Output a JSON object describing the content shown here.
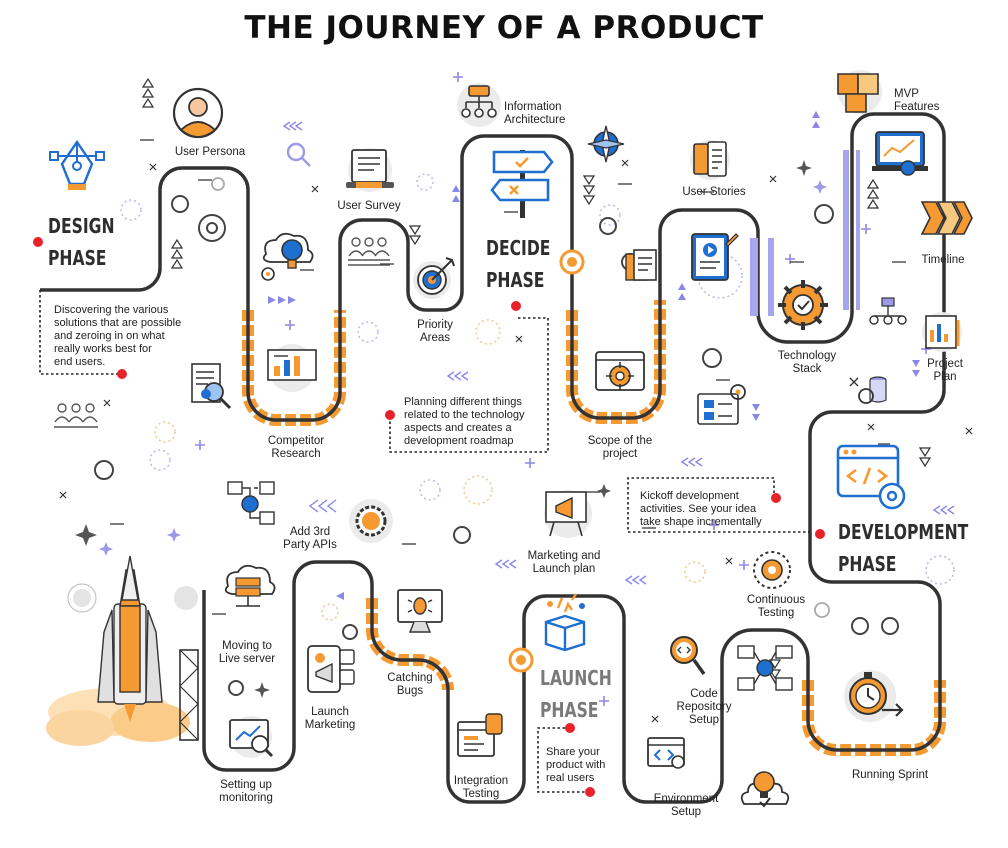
{
  "title": "THE JOURNEY OF A PRODUCT",
  "colors": {
    "path": "#333333",
    "orange": "#f59a33",
    "purple": "#8a88e6",
    "red": "#e8212a",
    "bubble": "#ebebeb"
  },
  "phases": {
    "design": {
      "line1": "DESIGN",
      "line2": "PHASE",
      "desc": [
        "Discovering the various",
        "solutions that are possible",
        "and zeroing in on what",
        "really works best for",
        "end users."
      ]
    },
    "decide": {
      "line1": "DECIDE",
      "line2": "PHASE",
      "desc": [
        "Planning different things",
        "related to the technology",
        "aspects and creates a",
        "development roadmap"
      ]
    },
    "development": {
      "line1": "DEVELOPMENT",
      "line2": "PHASE",
      "desc": [
        "Kickoff development",
        "activities. See your idea",
        "take shape incrementally"
      ]
    },
    "launch": {
      "line1": "LAUNCH",
      "line2": "PHASE",
      "desc": [
        "Share your",
        "product with",
        "real users"
      ]
    }
  },
  "steps": {
    "user_persona": "User Persona",
    "information_architecture": [
      "Information",
      "Architecture"
    ],
    "mvp_features": [
      "MVP",
      "Features"
    ],
    "user_survey": "User Survey",
    "user_stories": "User Stories",
    "timeline": "Timeline",
    "priority_areas": [
      "Priority",
      "Areas"
    ],
    "technology_stack": [
      "Technology",
      "Stack"
    ],
    "project_plan": [
      "Project",
      "Plan"
    ],
    "competitor_research": [
      "Competitor",
      "Research"
    ],
    "scope_of_the_project": [
      "Scope of the",
      "project"
    ],
    "add_3rd_party_apis": [
      "Add 3rd",
      "Party APIs"
    ],
    "marketing_and_launch_plan": [
      "Marketing and",
      "Launch plan"
    ],
    "continuous_testing": [
      "Continuous",
      "Testing"
    ],
    "moving_to_live_server": [
      "Moving to",
      "Live server"
    ],
    "catching_bugs": [
      "Catching",
      "Bugs"
    ],
    "launch_marketing": [
      "Launch",
      "Marketing"
    ],
    "code_repository_setup": [
      "Code",
      "Repository",
      "Setup"
    ],
    "setting_up_monitoring": [
      "Setting up",
      "monitoring"
    ],
    "integration_testing": [
      "Integration",
      "Testing"
    ],
    "environment_setup": [
      "Environment",
      "Setup"
    ],
    "running_sprint": "Running Sprint"
  }
}
